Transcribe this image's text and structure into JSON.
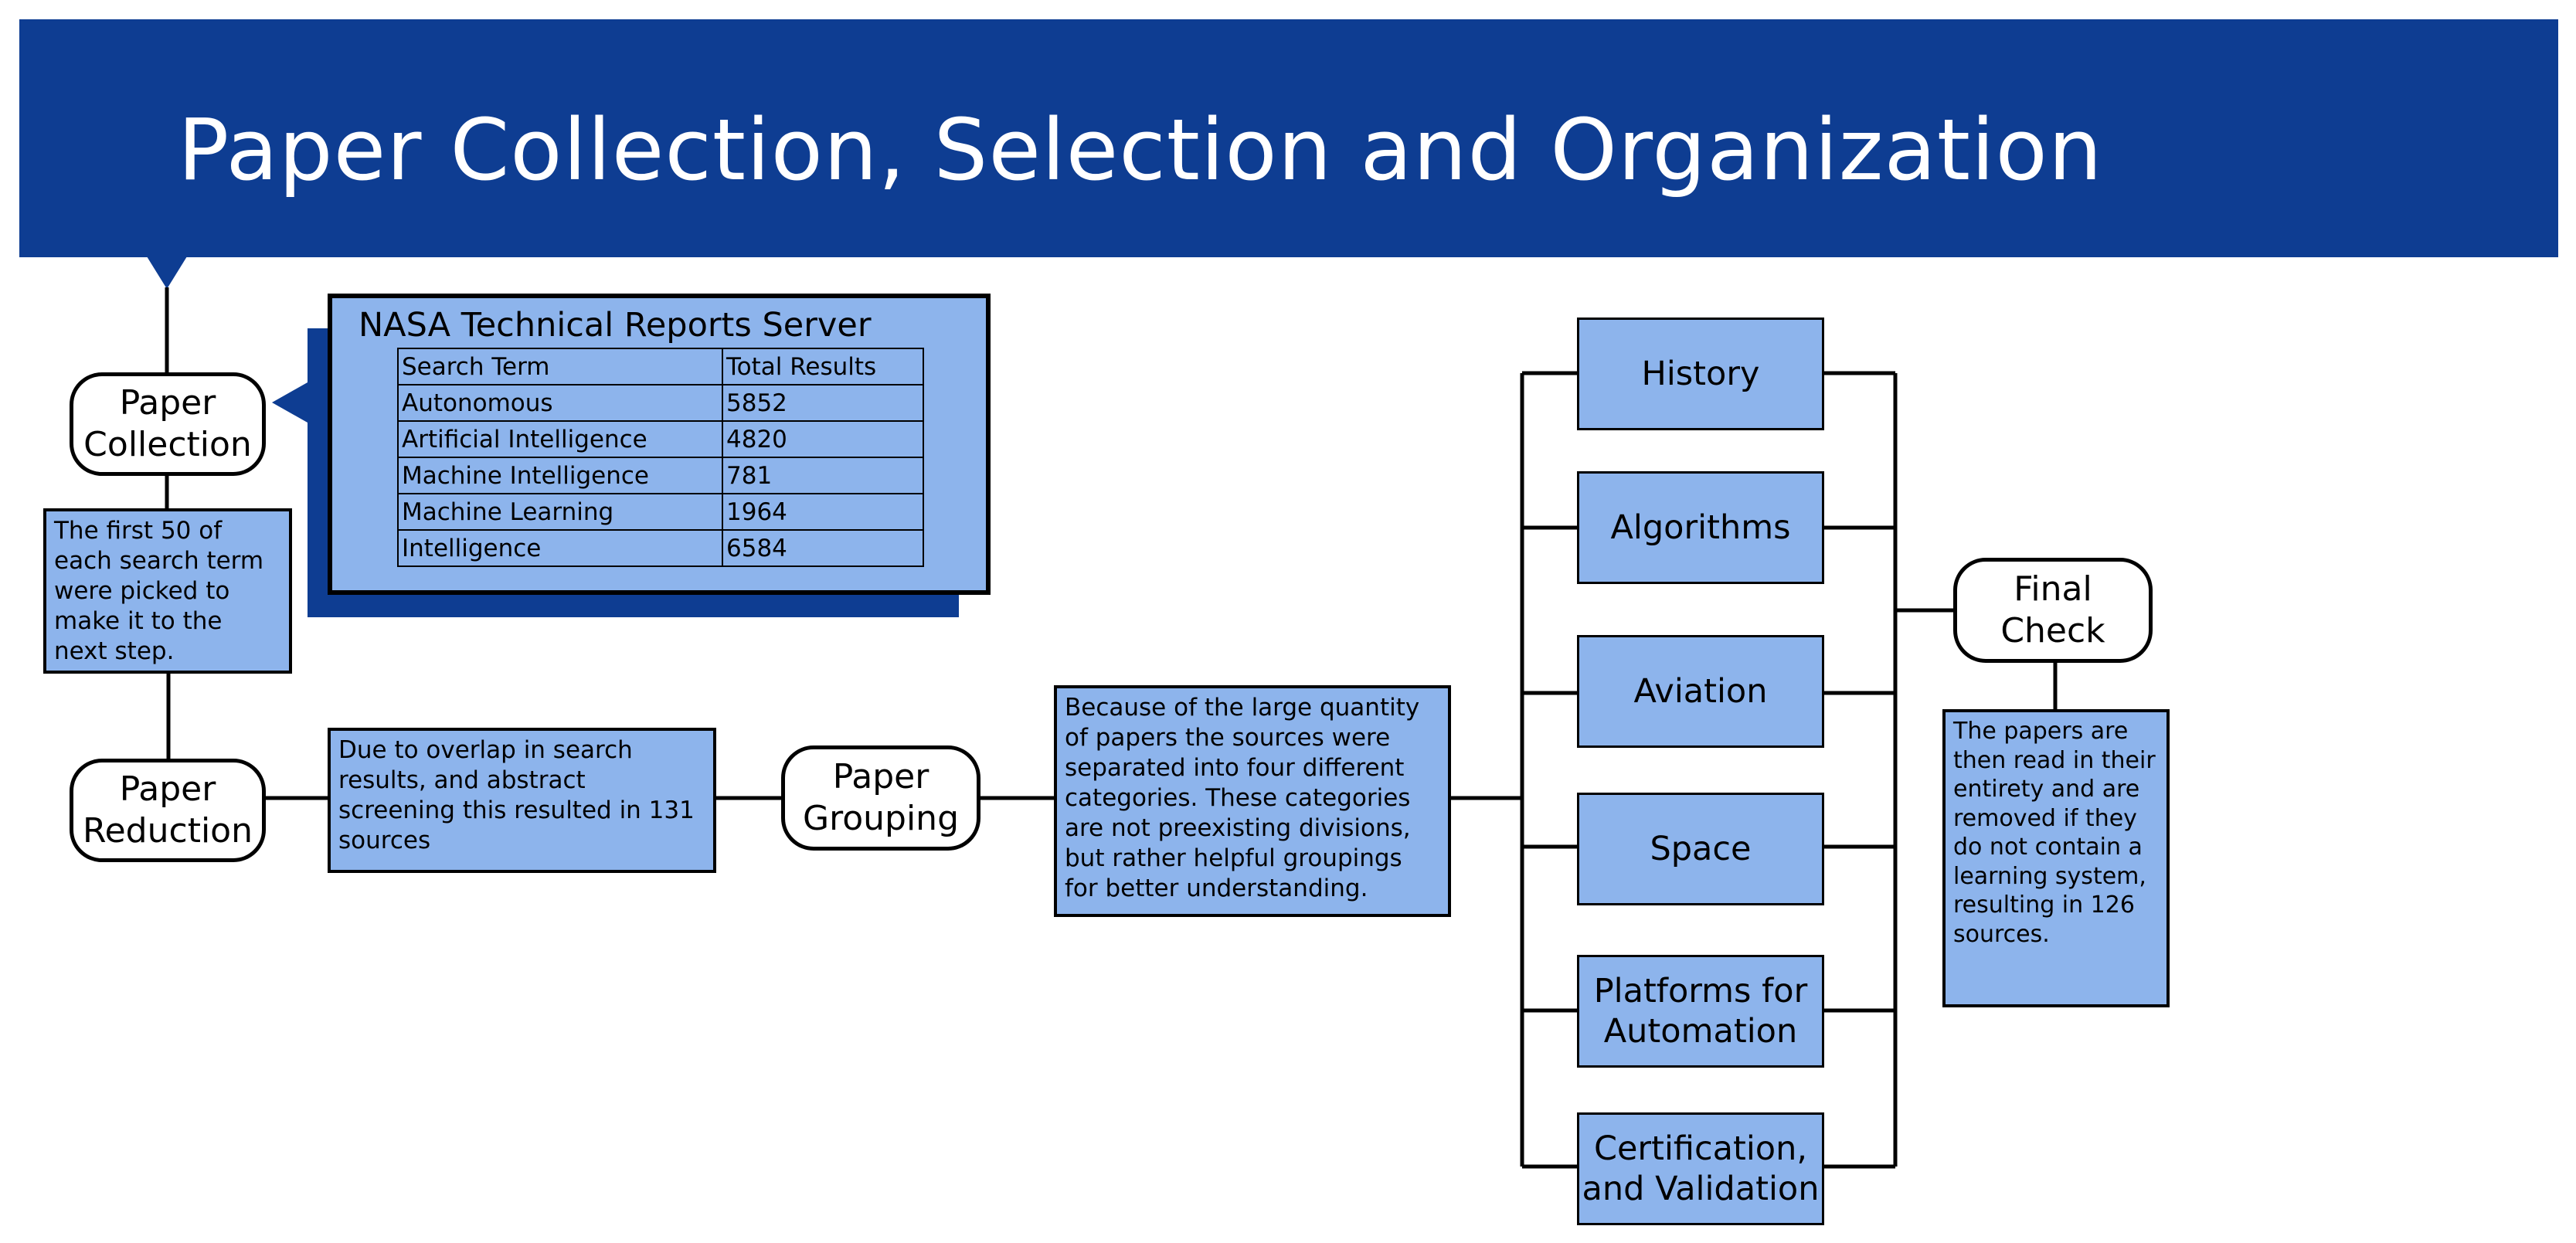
{
  "title": "Paper Collection, Selection and Organization",
  "colors": {
    "banner": "#0e3d92",
    "box_fill": "#8db4ec",
    "line": "#000000"
  },
  "steps": {
    "collection": "Paper\nCollection",
    "reduction": "Paper\nReduction",
    "grouping": "Paper\nGrouping",
    "final_check": "Final\nCheck"
  },
  "notes": {
    "collection": "The first 50 of each search term were picked to make it to the next step.",
    "reduction": "Due to overlap in search results, and abstract screening this resulted in 131 sources",
    "grouping": "Because of the large quantity of papers the sources were separated into four different categories. These categories are not preexisting divisions, but rather helpful groupings for better understanding.",
    "final_check": "The papers are then read in their entirety and are removed if they do not contain a learning system, resulting in 126 sources."
  },
  "ntrs": {
    "title": "NASA Technical Reports Server",
    "headers": [
      "Search Term",
      "Total Results"
    ],
    "rows": [
      [
        "Autonomous",
        "5852"
      ],
      [
        "Artificial Intelligence",
        "4820"
      ],
      [
        "Machine Intelligence",
        "781"
      ],
      [
        "Machine Learning",
        "1964"
      ],
      [
        "Intelligence",
        "6584"
      ]
    ]
  },
  "categories": [
    "History",
    "Algorithms",
    "Aviation",
    "Space",
    "Platforms for\nAutomation",
    "Certification,\nand Validation"
  ]
}
